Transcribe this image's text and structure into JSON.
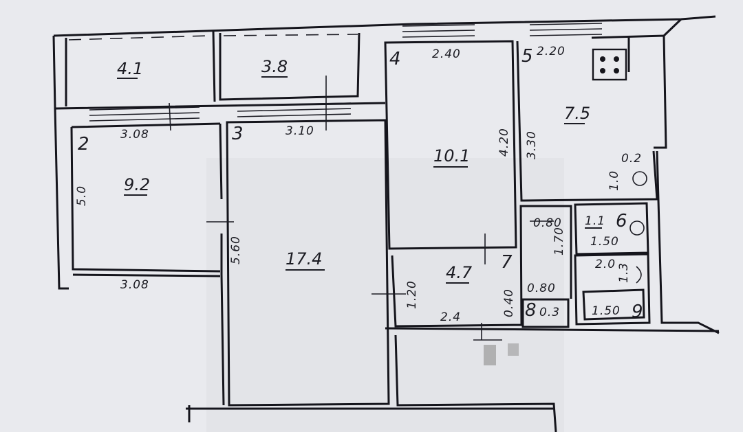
{
  "colors": {
    "paper": "#e9eaee",
    "ink": "#15151c",
    "blur": "#9a9a9a"
  },
  "rooms": [
    {
      "id": "r1",
      "area": "4.1"
    },
    {
      "id": "r2",
      "area": "3.8"
    },
    {
      "id": "r3",
      "area": "9.2"
    },
    {
      "id": "r4",
      "area": "17.4"
    },
    {
      "id": "r5",
      "area": "10.1"
    },
    {
      "id": "r6",
      "area": "7.5"
    },
    {
      "id": "r7",
      "area": "4.7"
    },
    {
      "id": "r8",
      "area": "1.1"
    },
    {
      "id": "r9",
      "area": "2.0"
    }
  ],
  "room_numbers": [
    "2",
    "3",
    "4",
    "5",
    "6",
    "7",
    "8",
    "9"
  ],
  "dimensions": [
    "3.08",
    "3.10",
    "2.40",
    "2.20",
    "5.0",
    "3.08",
    "5.60",
    "4.20",
    "3.30",
    "1.0",
    "0.2",
    "0.80",
    "1.70",
    "1.50",
    "1.20",
    "0.40",
    "0.80",
    "2.4",
    "1.50",
    "1.3",
    "0.3"
  ]
}
